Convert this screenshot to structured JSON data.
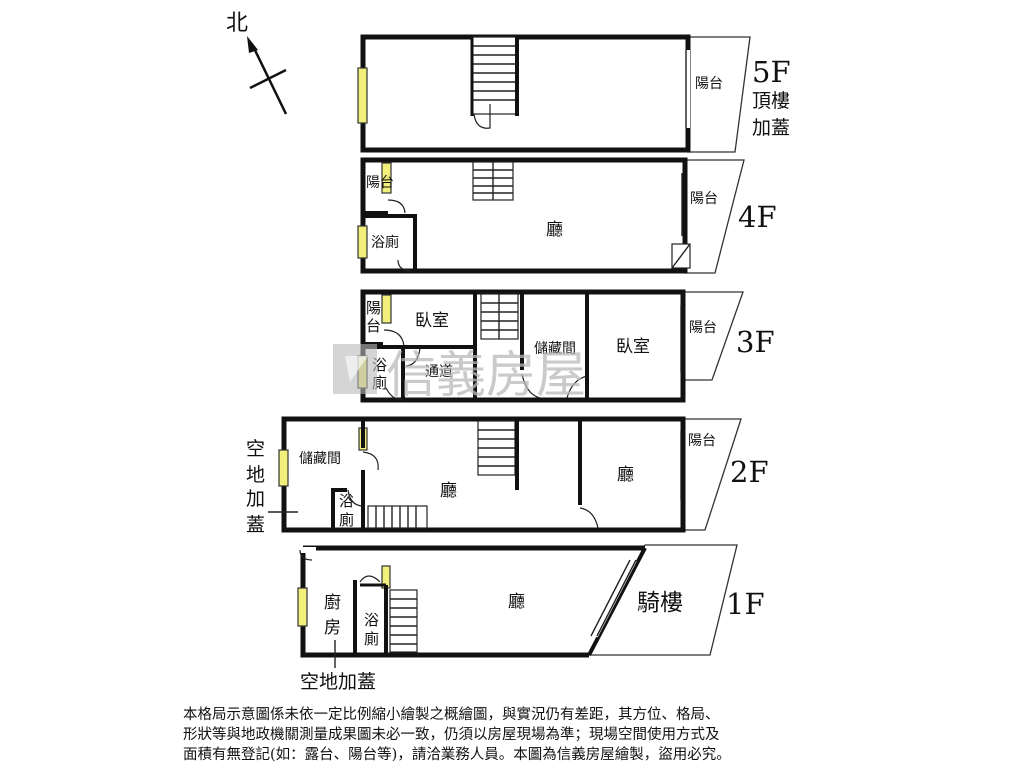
{
  "compass": {
    "label": "北"
  },
  "floors": {
    "f5": {
      "name": "5F",
      "note_line1": "頂樓",
      "note_line2": "加蓋",
      "rooms": {
        "balcony": "陽台"
      }
    },
    "f4": {
      "name": "4F",
      "rooms": {
        "balcony_left": "陽台",
        "bath": "浴廁",
        "living": "廳",
        "balcony_right": "陽台"
      }
    },
    "f3": {
      "name": "3F",
      "rooms": {
        "balcony_left_1": "陽",
        "balcony_left_2": "台",
        "bedroom_left": "臥室",
        "bath_1": "浴",
        "bath_2": "廁",
        "corridor": "通道",
        "storage": "儲藏間",
        "bedroom_right": "臥室",
        "balcony_right": "陽台"
      }
    },
    "f2": {
      "name": "2F",
      "side_1": "空",
      "side_2": "地",
      "side_3": "加",
      "side_4": "蓋",
      "rooms": {
        "storage": "儲藏間",
        "bath_1": "浴",
        "bath_2": "廁",
        "living_center": "廳",
        "living_right": "廳",
        "balcony": "陽台"
      }
    },
    "f1": {
      "name": "1F",
      "side": "空地加蓋",
      "rooms": {
        "kitchen_1": "廚",
        "kitchen_2": "房",
        "bath_1": "浴",
        "bath_2": "廁",
        "living": "廳",
        "arcade": "騎樓"
      }
    }
  },
  "watermark": {
    "brand": "信義房屋"
  },
  "disclaimer": {
    "line1": "本格局示意圖係未依一定比例縮小繪製之概繪圖，與實況仍有差距，其方位、格局、",
    "line2": "形狀等與地政機關測量成果圖未必一致，仍須以房屋現場為準；現場空間使用方式及",
    "line3": "面積有無登記(如：露台、陽台等)，請洽業務人員。本圖為信義房屋繪製，盜用必究。"
  }
}
